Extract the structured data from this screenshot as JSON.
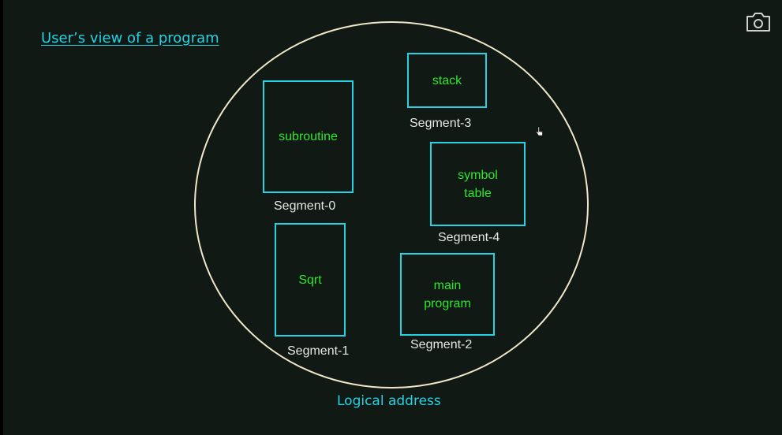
{
  "title": "User’s view of a program",
  "caption": "Logical address",
  "segments": [
    {
      "content": "subroutine",
      "label": "Segment-0"
    },
    {
      "content": "Sqrt",
      "label": "Segment-1"
    },
    {
      "content": "main\nprogram",
      "label": "Segment-2"
    },
    {
      "content": "stack",
      "label": "Segment-3"
    },
    {
      "content": "symbol\ntable",
      "label": "Segment-4"
    }
  ],
  "icons": {
    "camera": "camera-icon",
    "cursor": "hand-cursor-icon"
  },
  "colors": {
    "background": "#111915",
    "accent": "#26d3e3",
    "segment_text": "#2ee62e",
    "label_text": "#e6e6e6",
    "ellipse": "#efe6c8"
  }
}
